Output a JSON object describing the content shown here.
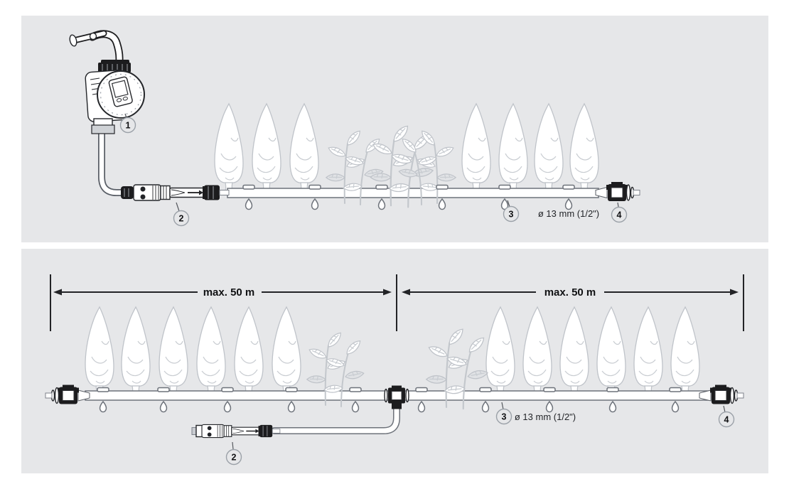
{
  "colors": {
    "page_background": "#ffffff",
    "panel_background": "#e6e7e9",
    "line_dark": "#1d1d1f",
    "pipe_outline": "#6d727a",
    "foliage_outline": "#bfc3c9",
    "callout_border": "#9ba1a8"
  },
  "top_diagram": {
    "callouts": {
      "timer": "1",
      "connector": "2",
      "pipe": "3",
      "end_cap": "4"
    },
    "pipe_spec": "ø 13 mm (1/2\")"
  },
  "bottom_diagram": {
    "dimension_left": "max. 50 m",
    "dimension_right": "max. 50 m",
    "callouts": {
      "connector": "2",
      "pipe": "3",
      "end_cap": "4"
    },
    "pipe_spec": "ø 13 mm (1/2\")"
  }
}
